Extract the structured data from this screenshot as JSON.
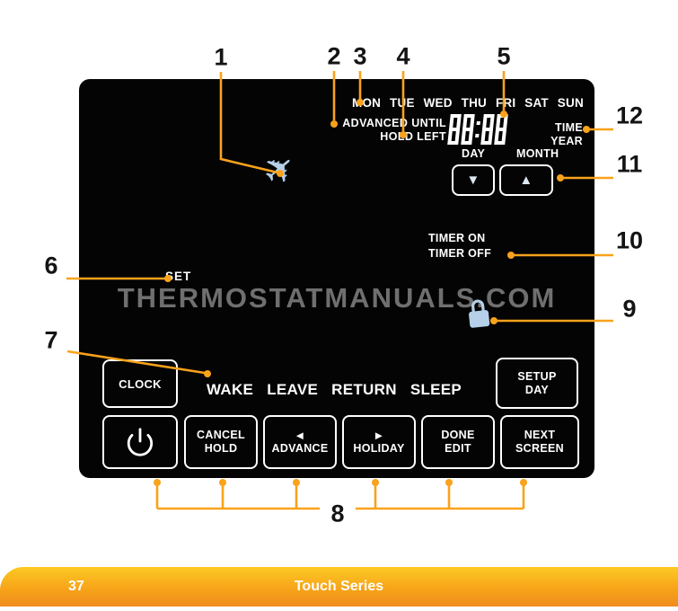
{
  "callouts": [
    "1",
    "2",
    "3",
    "4",
    "5",
    "6",
    "7",
    "8",
    "9",
    "10",
    "11",
    "12"
  ],
  "screen": {
    "days_row": "MON TUE WED THU FRI SAT SUN",
    "advanced_until": "ADVANCED UNTIL",
    "hold_left": "HOLD LEFT",
    "clock_display": "88:88",
    "time_label": "TIME",
    "year_label": "YEAR",
    "day_label": "DAY",
    "month_label": "MONTH",
    "timer_on_label": "TIMER ON",
    "timer_off_label": "TIMER OFF",
    "set_label": "SET",
    "watermark": "THERMOSTATMANUALS.COM",
    "schedule_labels": "WAKE LEAVE RETURN SLEEP",
    "buttons": {
      "clock": "CLOCK",
      "setup_day": {
        "line1": "SETUP",
        "line2": "DAY"
      },
      "cancel_hold": {
        "line1": "CANCEL",
        "line2": "HOLD"
      },
      "advance": "ADVANCE",
      "holiday": "HOLIDAY",
      "done_edit": {
        "line1": "DONE",
        "line2": "EDIT"
      },
      "next_screen": {
        "line1": "NEXT",
        "line2": "SCREEN"
      }
    }
  },
  "icons": {
    "airplane": "✈",
    "down_arrow": "▼",
    "up_arrow": "▲",
    "left_arrow": "◄",
    "right_arrow": "►",
    "lock": "lock-shape-svg",
    "power": "power-symbol-svg"
  },
  "footer": {
    "page_number": "37",
    "series_title": "Touch Series"
  },
  "colors": {
    "leader_line": "#F9A21B",
    "screen_background": "#040404",
    "screen_text": "#FFFFFF",
    "icon_blue": "#B5D0E8",
    "watermark_gray": "#6F6F6F",
    "footer_gradient_top": "#FCCA25",
    "footer_gradient_bottom": "#EF8B1E"
  }
}
